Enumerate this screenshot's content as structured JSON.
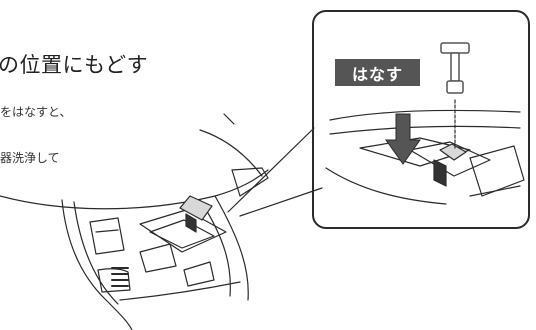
{
  "page": {
    "heading": "の位置にもどす",
    "line1": "をはなすと、",
    "line2": "器洗浄して"
  },
  "callout": {
    "release_label": "はなす"
  },
  "icons": {
    "arrow": "down-arrow-icon",
    "plug": "t-handle-plug-icon"
  },
  "colors": {
    "label_bg": "#555555",
    "label_text": "#ffffff",
    "line": "#2b2b2b"
  }
}
